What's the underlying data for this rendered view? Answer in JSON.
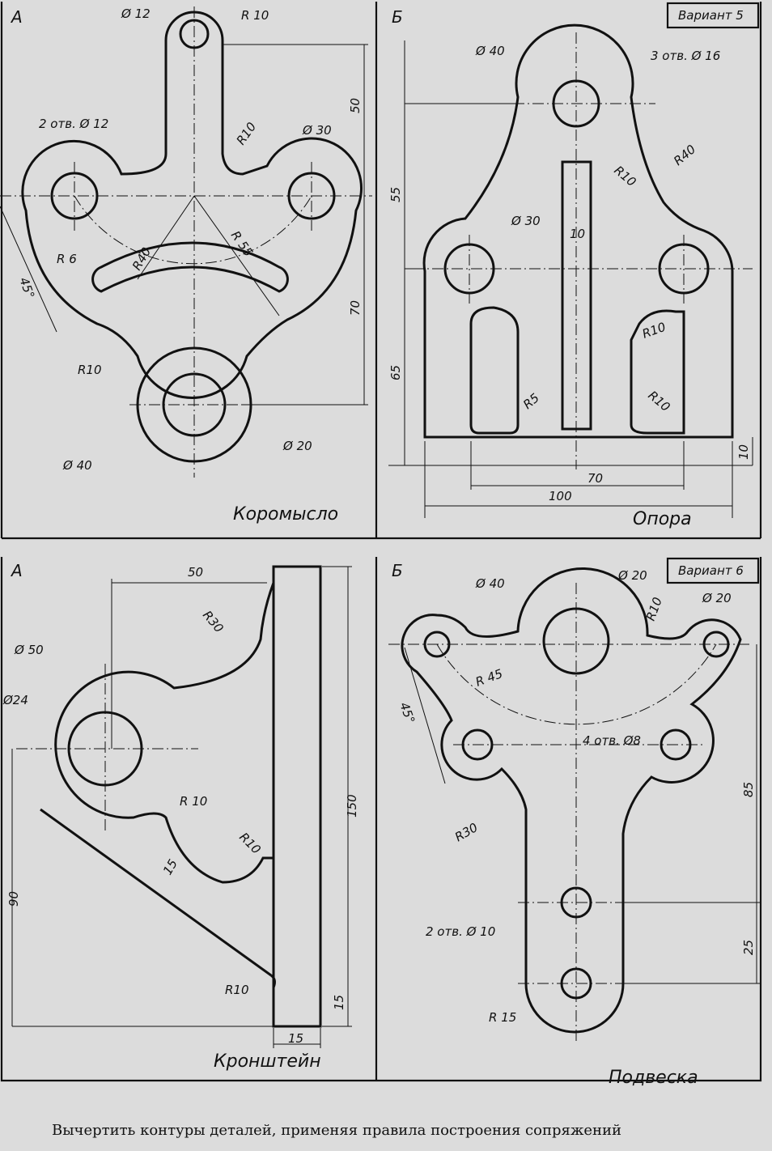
{
  "sheets": {
    "top_left": {
      "corner": "А",
      "title": "Коромысло",
      "dims": [
        "Ø 12",
        "R 10",
        "50",
        "2 отв. Ø 12",
        "R10",
        "Ø 30",
        "R 6",
        "R40",
        "R 55",
        "45°",
        "70",
        "R10",
        "Ø 20",
        "Ø 40"
      ]
    },
    "top_right": {
      "corner": "Б",
      "variant": "Вариант 5",
      "title": "Опора",
      "dims": [
        "Ø 40",
        "3 отв. Ø 16",
        "R40",
        "R10",
        "55",
        "Ø 30",
        "10",
        "R10",
        "65",
        "R5",
        "R10",
        "10",
        "70",
        "100"
      ]
    },
    "bottom_left": {
      "corner": "А",
      "title": "Кронштейн",
      "dims": [
        "50",
        "R30",
        "Ø 50",
        "Ø24",
        "150",
        "R 10",
        "R10",
        "15",
        "90",
        "R10",
        "15",
        "15"
      ]
    },
    "bottom_right": {
      "corner": "Б",
      "variant": "Вариант 6",
      "title": "Подвеска",
      "dims": [
        "Ø 40",
        "Ø 20",
        "R10",
        "Ø 20",
        "R 45",
        "45°",
        "4 отв. Ø8",
        "85",
        "R30",
        "2 отв. Ø 10",
        "25",
        "R 15"
      ]
    }
  },
  "caption": "Вычертить контуры деталей, применяя правила построения сопряжений"
}
